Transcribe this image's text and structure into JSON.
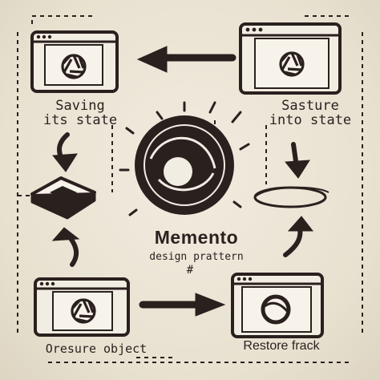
{
  "labels": {
    "top_left_line1": "Saving",
    "top_left_line2": "its state",
    "top_right_line1": "Sasture",
    "top_right_line2": "into state",
    "bottom_left": "Oresure object",
    "bottom_right": "Restore frack"
  },
  "center": {
    "title": "Memento",
    "subtitle": "design prattern",
    "mark": "#"
  },
  "colors": {
    "ink": "#2a201e",
    "paper": "#ece6d6",
    "window_fill": "#f2ede2"
  },
  "icons": [
    "browser-window-icon",
    "shutter-logo-icon",
    "arrow-icon",
    "chip-icon",
    "ellipse-icon"
  ]
}
